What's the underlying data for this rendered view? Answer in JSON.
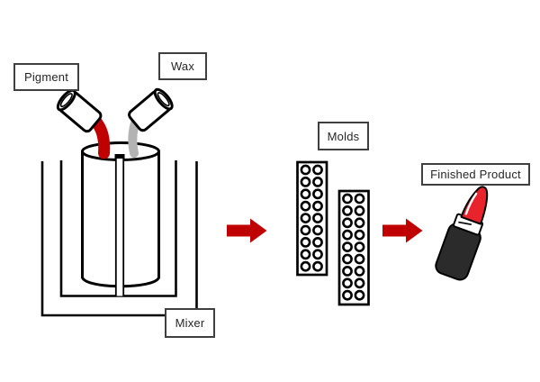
{
  "labels": {
    "pigment": "Pigment",
    "wax": "Wax",
    "mixer": "Mixer",
    "molds": "Molds",
    "finished_product": "Finished Product"
  },
  "colors": {
    "background": "#FFFFFF",
    "outline": "#000000",
    "label_border": "#3F3F3F",
    "label_text": "#262626",
    "arrow_red": "#C00000",
    "pigment_stream_red": "#C00000",
    "wax_stream_gray": "#B3B3B3",
    "lipstick_red": "#E8232B",
    "lipstick_body_black": "#2B2B2B",
    "lipstick_band_white": "#FFFFFF"
  },
  "molds": {
    "strip_count": 2,
    "rows_per_strip": 9,
    "cavities_per_row": 2
  },
  "icons": {
    "flow_arrow_1": "right-arrow",
    "flow_arrow_2": "right-arrow",
    "pigment_container": "tilted-pouring-cup",
    "wax_container": "tilted-pouring-cup",
    "finished_product_icon": "lipstick"
  }
}
